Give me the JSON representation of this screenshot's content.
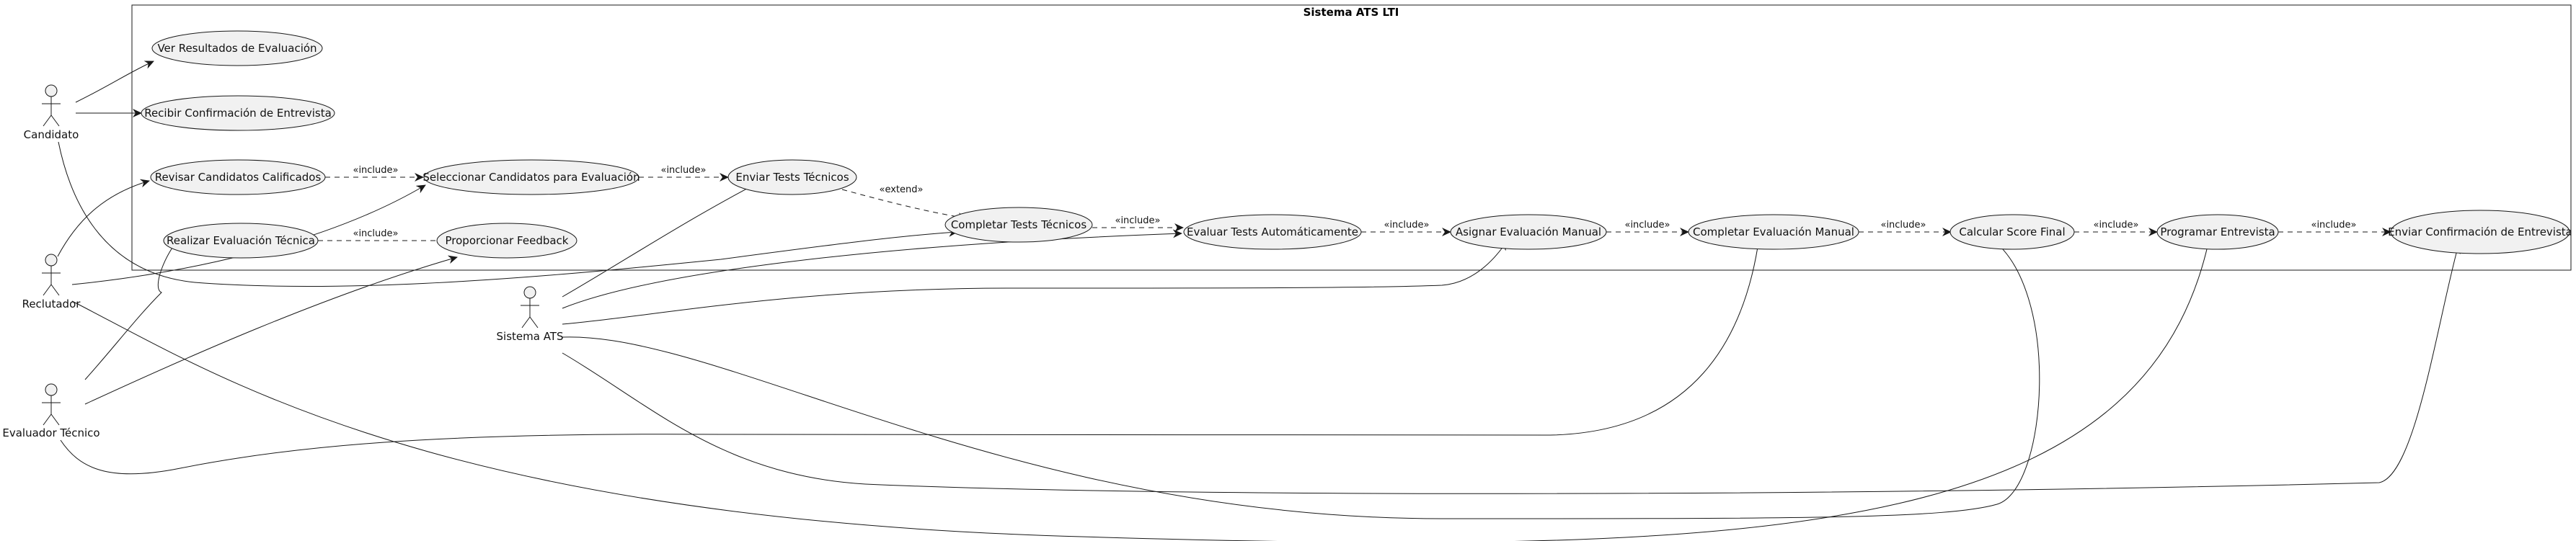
{
  "system": {
    "title": "Sistema ATS LTI"
  },
  "actors": {
    "candidato": "Candidato",
    "reclutador": "Reclutador",
    "evaluador": "Evaluador Técnico",
    "sistema": "Sistema ATS"
  },
  "use_cases": {
    "ver_resultados": "Ver Resultados de Evaluación",
    "recibir_confirmacion": "Recibir Confirmación de Entrevista",
    "revisar_candidatos": "Revisar Candidatos Calificados",
    "seleccionar_candidatos": "Seleccionar Candidatos para Evaluación",
    "enviar_tests": "Enviar Tests Técnicos",
    "realizar_evaluacion": "Realizar Evaluación Técnica",
    "proporcionar_feedback": "Proporcionar Feedback",
    "completar_tests": "Completar Tests Técnicos",
    "evaluar_tests": "Evaluar Tests Automáticamente",
    "asignar_evaluacion": "Asignar Evaluación Manual",
    "completar_evaluacion": "Completar Evaluación Manual",
    "calcular_score": "Calcular Score Final",
    "programar_entrevista": "Programar Entrevista",
    "enviar_confirmacion": "Enviar Confirmación de Entrevista"
  },
  "stereotypes": {
    "include": "«include»",
    "extend": "«extend»"
  },
  "relations": [
    {
      "from": "seleccionar_candidatos",
      "to": "enviar_tests",
      "type": "include"
    },
    {
      "from": "revisar_candidatos",
      "to": "seleccionar_candidatos",
      "type": "include"
    },
    {
      "from": "enviar_tests",
      "to": "completar_tests",
      "type": "extend"
    },
    {
      "from": "realizar_evaluacion",
      "to": "proporcionar_feedback",
      "type": "include"
    },
    {
      "from": "completar_tests",
      "to": "evaluar_tests",
      "type": "include"
    },
    {
      "from": "evaluar_tests",
      "to": "asignar_evaluacion",
      "type": "include"
    },
    {
      "from": "asignar_evaluacion",
      "to": "completar_evaluacion",
      "type": "include"
    },
    {
      "from": "completar_evaluacion",
      "to": "calcular_score",
      "type": "include"
    },
    {
      "from": "calcular_score",
      "to": "programar_entrevista",
      "type": "include"
    },
    {
      "from": "programar_entrevista",
      "to": "enviar_confirmacion",
      "type": "include"
    }
  ]
}
